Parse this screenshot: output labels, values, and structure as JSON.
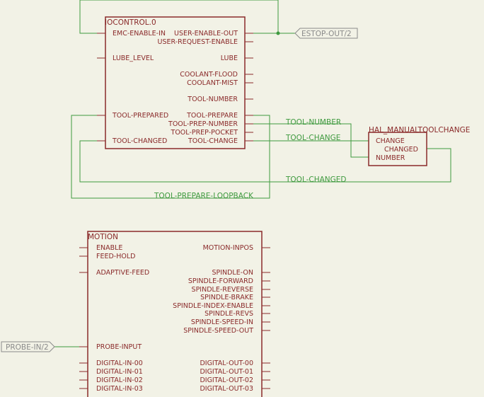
{
  "iocontrol": {
    "title": "IOCONTROL.0",
    "pins": {
      "emc_enable_in": "EMC-ENABLE-IN",
      "user_enable_out": "USER-ENABLE-OUT",
      "user_request_enable": "USER-REQUEST-ENABLE",
      "lube_level": "LUBE_LEVEL",
      "lube": "LUBE",
      "coolant_flood": "COOLANT-FLOOD",
      "coolant_mist": "COOLANT-MIST",
      "tool_number": "TOOL-NUMBER",
      "tool_prepared": "TOOL-PREPARED",
      "tool_prepare": "TOOL-PREPARE",
      "tool_prep_number": "TOOL-PREP-NUMBER",
      "tool_prep_pocket": "TOOL-PREP-POCKET",
      "tool_changed": "TOOL-CHANGED",
      "tool_change": "TOOL-CHANGE"
    }
  },
  "toolchange": {
    "title": "HAL_MANUALTOOLCHANGE",
    "pins": {
      "change": "CHANGE",
      "changed": "CHANGED",
      "number": "NUMBER"
    }
  },
  "motion": {
    "title": "MOTION",
    "pins": {
      "enable": "ENABLE",
      "feed_hold": "FEED-HOLD",
      "adaptive_feed": "ADAPTIVE-FEED",
      "probe_input": "PROBE-INPUT",
      "motion_inpos": "MOTION-INPOS",
      "spindle_on": "SPINDLE-ON",
      "spindle_forward": "SPINDLE-FORWARD",
      "spindle_reverse": "SPINDLE-REVERSE",
      "spindle_brake": "SPINDLE-BRAKE",
      "spindle_index_enable": "SPINDLE-INDEX-ENABLE",
      "spindle_revs": "SPINDLE-REVS",
      "spindle_speed_in": "SPINDLE-SPEED-IN",
      "spindle_speed_out": "SPINDLE-SPEED-OUT",
      "digital_in": [
        "DIGITAL-IN-00",
        "DIGITAL-IN-01",
        "DIGITAL-IN-02",
        "DIGITAL-IN-03"
      ],
      "digital_out": [
        "DIGITAL-OUT-00",
        "DIGITAL-OUT-01",
        "DIGITAL-OUT-02",
        "DIGITAL-OUT-03"
      ]
    }
  },
  "signals": {
    "tool_number": "TOOL-NUMBER",
    "tool_change": "TOOL-CHANGE",
    "tool_changed": "TOOL-CHANGED",
    "tool_prepare_loopback": "TOOL-PREPARE-LOOPBACK"
  },
  "ports": {
    "estop_out": "ESTOP-OUT/2",
    "probe_in": "PROBE-IN/2"
  },
  "colors": {
    "background": "#f2f2e6",
    "component": "#8a2a2a",
    "wire": "#3f9a3f",
    "port": "#8a8a8a"
  }
}
